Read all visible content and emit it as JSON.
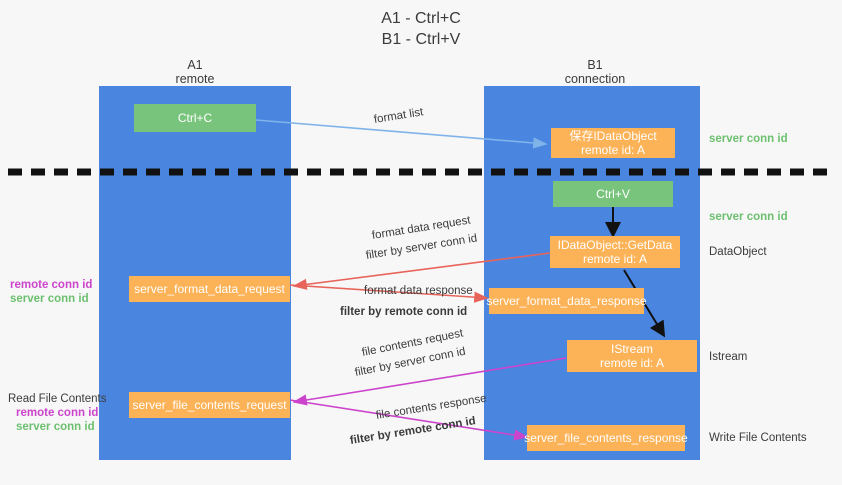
{
  "title": {
    "line1": "A1 - Ctrl+C",
    "line2": "B1 - Ctrl+V"
  },
  "colors": {
    "lane": "#4a86e0",
    "green_node": "#79c47c",
    "orange_node": "#fcb257",
    "server_conn": "#6cc06f",
    "remote_conn": "#cc44cc",
    "arrow_blue": "#7fb3ea",
    "arrow_red": "#e8645a",
    "arrow_magenta": "#cc44cc",
    "arrow_black": "#111111",
    "background": "#f7f7f7"
  },
  "lanes": [
    {
      "name": "a1",
      "title": "A1",
      "subtitle": "remote"
    },
    {
      "name": "b1",
      "title": "B1",
      "subtitle": "connection"
    }
  ],
  "nodes": {
    "ctrl_c": {
      "line1": "Ctrl+C",
      "line2": ""
    },
    "save_dataobj": {
      "line1": "保存IDataObject",
      "line2": "remote id: A"
    },
    "ctrl_v": {
      "line1": "Ctrl+V",
      "line2": ""
    },
    "getdata": {
      "line1": "IDataObject::GetData",
      "line2": "remote id: A"
    },
    "istream": {
      "line1": "IStream",
      "line2": "remote id: A"
    },
    "fmt_req": {
      "line1": "server_format_data_request",
      "line2": ""
    },
    "fmt_resp": {
      "line1": "server_format_data_response",
      "line2": ""
    },
    "file_req": {
      "line1": "server_file_contents_request",
      "line2": ""
    },
    "file_resp": {
      "line1": "server_file_contents_response",
      "line2": ""
    }
  },
  "edge_labels": {
    "format_list": "format list",
    "format_data_request": "format data request",
    "format_data_response": "format data response",
    "file_contents_request": "file contents request",
    "file_contents_response": "file contents response",
    "filter_by": "filter by",
    "server_conn_id": "server conn id",
    "remote_conn_id": "remote conn id"
  },
  "right_annotations": [
    {
      "name": "server-conn-id-1",
      "text": "server conn id",
      "kind": "green"
    },
    {
      "name": "server-conn-id-2",
      "text": "server conn id",
      "kind": "green"
    },
    {
      "name": "dataobject",
      "text": "DataObject",
      "kind": "plain"
    },
    {
      "name": "istream",
      "text": "Istream",
      "kind": "plain"
    },
    {
      "name": "write-file",
      "text": "Write File Contents",
      "kind": "plain"
    }
  ],
  "left_annotations": [
    {
      "name": "conn-ids-upper",
      "remote": "remote conn id",
      "server": "server conn id",
      "heading": ""
    },
    {
      "name": "read-file-contents",
      "remote": "remote conn id",
      "server": "server conn id",
      "heading": "Read File Contents"
    }
  ]
}
